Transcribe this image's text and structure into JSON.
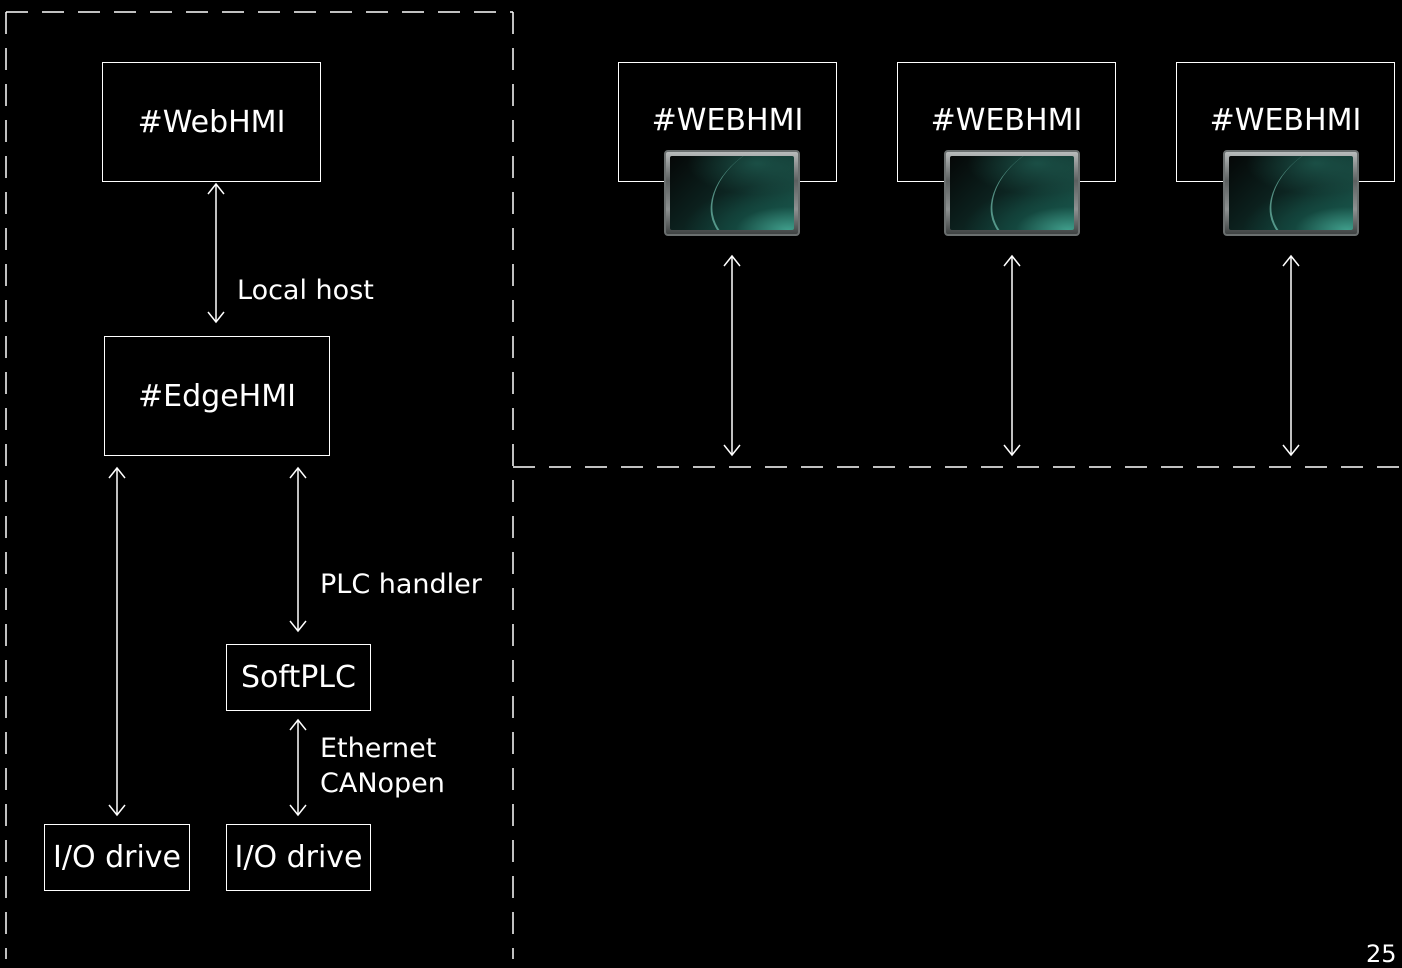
{
  "left_panel": {
    "webhmi_box": "#WebHMI",
    "local_host_label": "Local host",
    "edgehmi_box": "#EdgeHMI",
    "plc_handler_label": "PLC handler",
    "softplc_box": "SoftPLC",
    "fieldbus_label_line1": "Ethernet",
    "fieldbus_label_line2": "CANopen",
    "io_drive_left": "I/O drive",
    "io_drive_right": "I/O drive"
  },
  "right_panel": {
    "clients": [
      {
        "label": "#WEBHMI"
      },
      {
        "label": "#WEBHMI"
      },
      {
        "label": "#WEBHMI"
      }
    ]
  },
  "page_number": "25"
}
